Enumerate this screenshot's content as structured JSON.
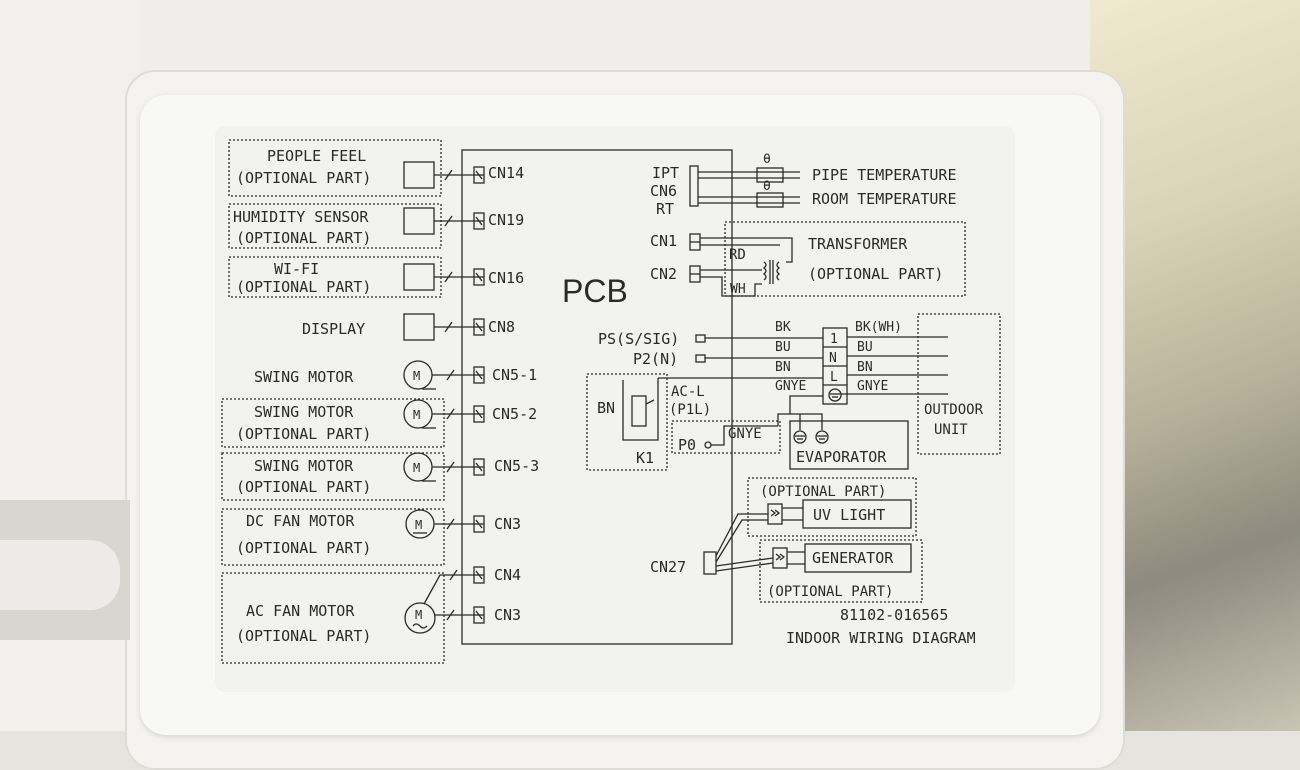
{
  "diagram": {
    "pcb_label": "PCB",
    "left_components": [
      {
        "line1": "PEOPLE FEEL",
        "line2": "(OPTIONAL PART)",
        "connector": "CN14"
      },
      {
        "line1": "HUMIDITY SENSOR",
        "line2": "(OPTIONAL PART)",
        "connector": "CN19"
      },
      {
        "line1": "WI-FI",
        "line2": "(OPTIONAL PART)",
        "connector": "CN16"
      },
      {
        "line1": "DISPLAY",
        "connector": "CN8"
      },
      {
        "line1": "SWING MOTOR",
        "connector": "CN5-1"
      },
      {
        "line1": "SWING MOTOR",
        "line2": "(OPTIONAL PART)",
        "connector": "CN5-2"
      },
      {
        "line1": "SWING MOTOR",
        "line2": "(OPTIONAL PART)",
        "connector": "CN5-3"
      },
      {
        "line1": "DC FAN MOTOR",
        "line2": "(OPTIONAL PART)",
        "connector": "CN3"
      },
      {
        "line1": "AC FAN MOTOR",
        "line2": "(OPTIONAL PART)",
        "connector_a": "CN4",
        "connector_b": "CN3"
      }
    ],
    "motor_symbol": "M",
    "right": {
      "ipt": "IPT",
      "cn6": "CN6",
      "rt": "RT",
      "pipe_temp": "PIPE TEMPERATURE",
      "room_temp": "ROOM TEMPERATURE",
      "theta": "θ",
      "cn1": "CN1",
      "cn2": "CN2",
      "rd": "RD",
      "wh": "WH",
      "transformer": "TRANSFORMER",
      "transformer_opt": "(OPTIONAL PART)",
      "ps": "PS(S/SIG)",
      "p2": "P2(N)",
      "wire_bk": "BK",
      "wire_bu": "BU",
      "wire_bn": "BN",
      "wire_gnye": "GNYE",
      "term_1": "1",
      "term_n": "N",
      "term_l": "L",
      "out_bk": "BK(WH)",
      "out_bu": "BU",
      "out_bn": "BN",
      "out_gnye": "GNYE",
      "outdoor_1": "OUTDOOR",
      "outdoor_2": "UNIT",
      "relay_bn": "BN",
      "relay_acl": "AC-L",
      "relay_p1l": "(P1L)",
      "relay_k1": "K1",
      "p0": "P0",
      "p0_gnye": "GNYE",
      "evaporator": "EVAPORATOR",
      "uv_opt": "(OPTIONAL PART)",
      "uv_light": "UV LIGHT",
      "generator": "GENERATOR",
      "gen_opt": "(OPTIONAL PART)",
      "cn27": "CN27"
    },
    "part_number": "81102-016565",
    "diagram_title": "INDOOR WIRING DIAGRAM"
  }
}
